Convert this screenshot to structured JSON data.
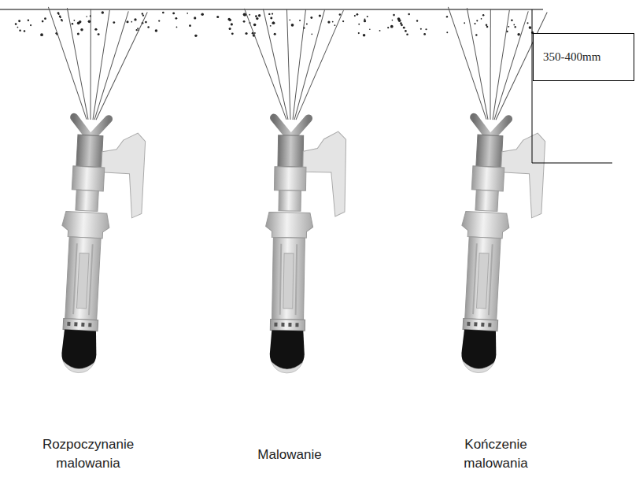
{
  "diagram": {
    "nodes": [
      {
        "text": [
          "350-400mm"
        ]
      }
    ],
    "labels": [
      "Rozpoczynanie malowania",
      "Malowanie",
      "Kończenie malowania"
    ]
  }
}
